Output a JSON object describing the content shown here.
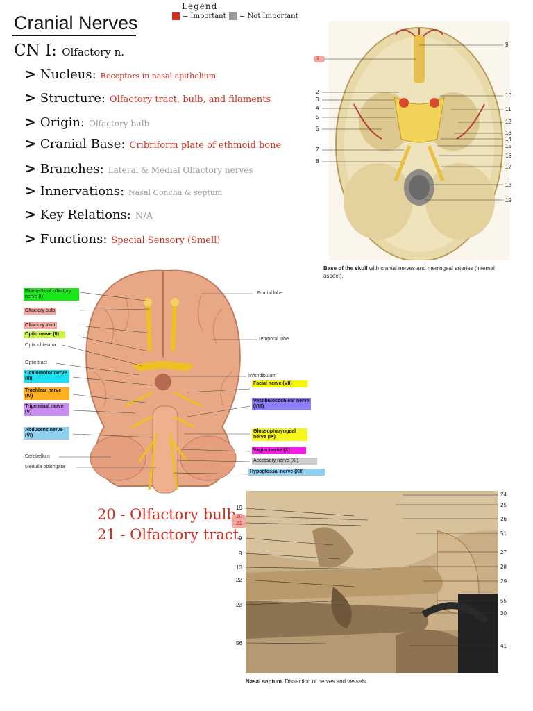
{
  "title": "Cranial Nerves",
  "legend": {
    "title": "Legend",
    "important_label": "= Important",
    "not_important_label": "= Not Important",
    "important_color": "#d62d20",
    "not_important_color": "#9a9a9a"
  },
  "heading": {
    "prefix": "CN I:",
    "name": "Olfactory n."
  },
  "notes": [
    {
      "label": "Nucleus:",
      "value": "Receptors in nasal epithelium",
      "importance": "important"
    },
    {
      "label": "Structure:",
      "value": "Olfactory tract, bulb, and filaments",
      "importance": "important"
    },
    {
      "label": "Origin:",
      "value": "Olfactory bulb",
      "importance": "not_important"
    },
    {
      "label": "Cranial Base:",
      "value": "Cribriform plate of ethmoid bone",
      "importance": "important"
    },
    {
      "label": "Branches:",
      "value": "Lateral & Medial Olfactory nerves",
      "importance": "not_important"
    },
    {
      "label": "Innervations:",
      "value": "Nasal Concha & septum",
      "importance": "not_important"
    },
    {
      "label": "Key Relations:",
      "value": "N/A",
      "importance": "not_important"
    },
    {
      "label": "Functions:",
      "value": "Special Sensory (Smell)",
      "importance": "important"
    }
  ],
  "skull_figure": {
    "caption_bold": "Base of the skull",
    "caption_rest": " with cranial nerves and meningeal arteries (internal aspect).",
    "left_labels": [
      "2",
      "3",
      "4",
      "5",
      "6",
      "7",
      "8"
    ],
    "right_labels": [
      "9",
      "10",
      "11",
      "12",
      "13",
      "14",
      "15",
      "16",
      "17",
      "18",
      "19"
    ],
    "highlighted_label": "1"
  },
  "brain_figure": {
    "left_labels": [
      {
        "text": "Filaments of olfactory nerve (I)",
        "color": "#19e619"
      },
      {
        "text": "Olfactory bulb",
        "color": "#f2a8a0"
      },
      {
        "text": "Olfactory tract",
        "color": "#f2a8a0"
      },
      {
        "text": "Optic nerve (II)",
        "color": "#c8f540"
      },
      {
        "text": "Optic chiasma",
        "color": ""
      },
      {
        "text": "Optic tract",
        "color": ""
      },
      {
        "text": "Oculomotor nerve (III)",
        "color": "#19e0f0"
      },
      {
        "text": "Trochlear nerve (IV)",
        "color": "#ffb020"
      },
      {
        "text": "Trigeminal nerve (V)",
        "color": "#c98cf0"
      },
      {
        "text": "Abducens nerve (VI)",
        "color": "#8fd0f0"
      },
      {
        "text": "Cerebellum",
        "color": ""
      },
      {
        "text": "Medulla oblongata",
        "color": ""
      }
    ],
    "right_labels": [
      {
        "text": "Frontal lobe",
        "color": ""
      },
      {
        "text": "Temporal lobe",
        "color": ""
      },
      {
        "text": "Infundibulum",
        "color": ""
      },
      {
        "text": "Facial nerve (VII)",
        "color": "#f5f50a"
      },
      {
        "text": "Vestibulocochlear nerve (VIII)",
        "color": "#8c7cf5"
      },
      {
        "text": "Glossopharyngeal nerve (IX)",
        "color": "#f5f520"
      },
      {
        "text": "Vagus nerve (X)",
        "color": "#f51ce6"
      },
      {
        "text": "Accessory nerve (XI)",
        "color": "#c9c9c9"
      },
      {
        "text": "Hypoglossal nerve (XII)",
        "color": "#8fd0f0"
      }
    ]
  },
  "olfactory_notes": {
    "line1": "20 - Olfactory bulb",
    "line2": "21 - Olfactory tract"
  },
  "septum_figure": {
    "caption_bold": "Nasal septum.",
    "caption_rest": " Dissection of nerves and vessels.",
    "left_labels": [
      "19",
      "20",
      "21",
      "9",
      "8",
      "13",
      "22",
      "23",
      "56"
    ],
    "right_labels": [
      "24",
      "25",
      "26",
      "51",
      "27",
      "28",
      "29",
      "55",
      "30",
      "41"
    ]
  }
}
